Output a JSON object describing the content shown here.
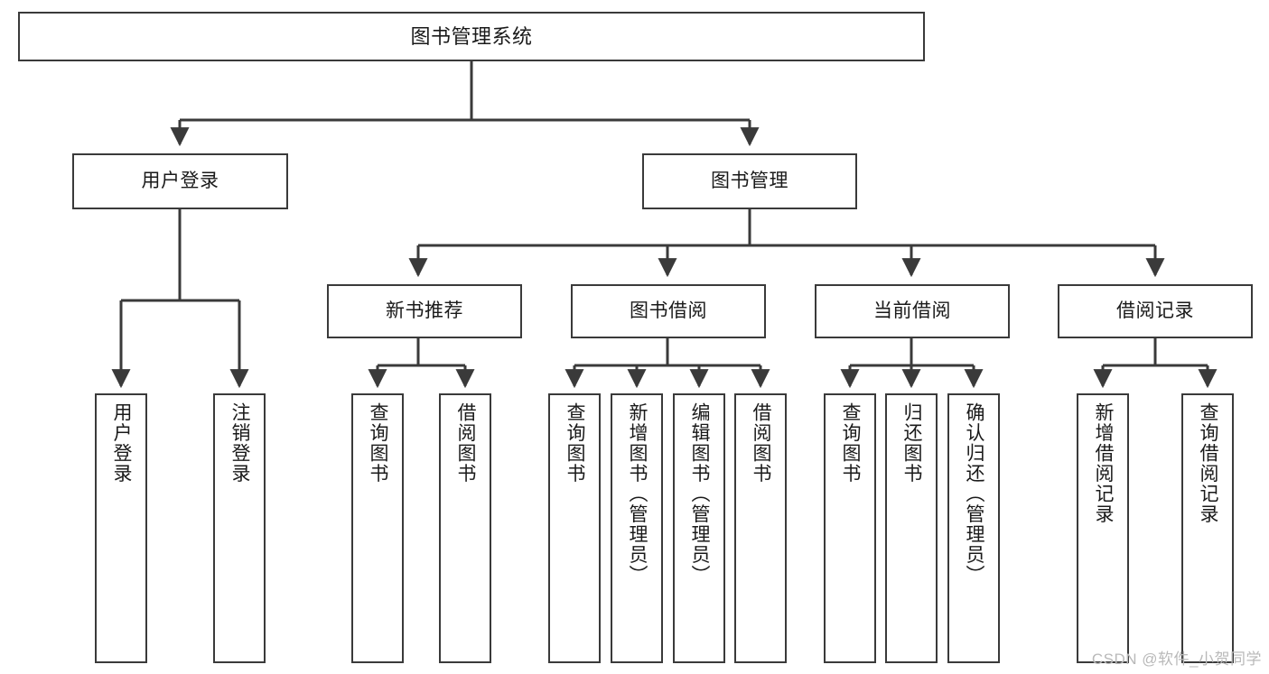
{
  "diagram": {
    "title": "图书管理系统",
    "type": "tree-hierarchy",
    "watermark": "CSDN @软件_小贺同学",
    "colors": {
      "box_border": "#3a3a3a",
      "box_fill": "#ffffff",
      "connector": "#3a3a3a",
      "text": "#1a1a1a",
      "watermark": "#b9b9b9"
    },
    "levels": {
      "root": {
        "label": "图书管理系统"
      },
      "level2": [
        {
          "id": "user-login",
          "label": "用户登录"
        },
        {
          "id": "book-manage",
          "label": "图书管理"
        }
      ],
      "level3": [
        {
          "id": "new-book-recommend",
          "label": "新书推荐"
        },
        {
          "id": "book-borrow",
          "label": "图书借阅"
        },
        {
          "id": "current-borrow",
          "label": "当前借阅"
        },
        {
          "id": "borrow-record",
          "label": "借阅记录"
        }
      ],
      "level4": {
        "user-login": [
          {
            "id": "leaf-user-login",
            "label": "用户登录"
          },
          {
            "id": "leaf-logout",
            "label": "注销登录"
          }
        ],
        "new-book-recommend": [
          {
            "id": "leaf-query-book-1",
            "label": "查询图书"
          },
          {
            "id": "leaf-borrow-book-1",
            "label": "借阅图书"
          }
        ],
        "book-borrow": [
          {
            "id": "leaf-query-book-2",
            "label": "查询图书"
          },
          {
            "id": "leaf-add-book",
            "label": "新增图书（管理员）"
          },
          {
            "id": "leaf-edit-book",
            "label": "编辑图书（管理员）"
          },
          {
            "id": "leaf-borrow-book-2",
            "label": "借阅图书"
          }
        ],
        "current-borrow": [
          {
            "id": "leaf-query-book-3",
            "label": "查询图书"
          },
          {
            "id": "leaf-return-book",
            "label": "归还图书"
          },
          {
            "id": "leaf-confirm-return",
            "label": "确认归还（管理员）"
          }
        ],
        "borrow-record": [
          {
            "id": "leaf-add-record",
            "label": "新增借阅记录"
          },
          {
            "id": "leaf-query-record",
            "label": "查询借阅记录"
          }
        ]
      }
    }
  }
}
